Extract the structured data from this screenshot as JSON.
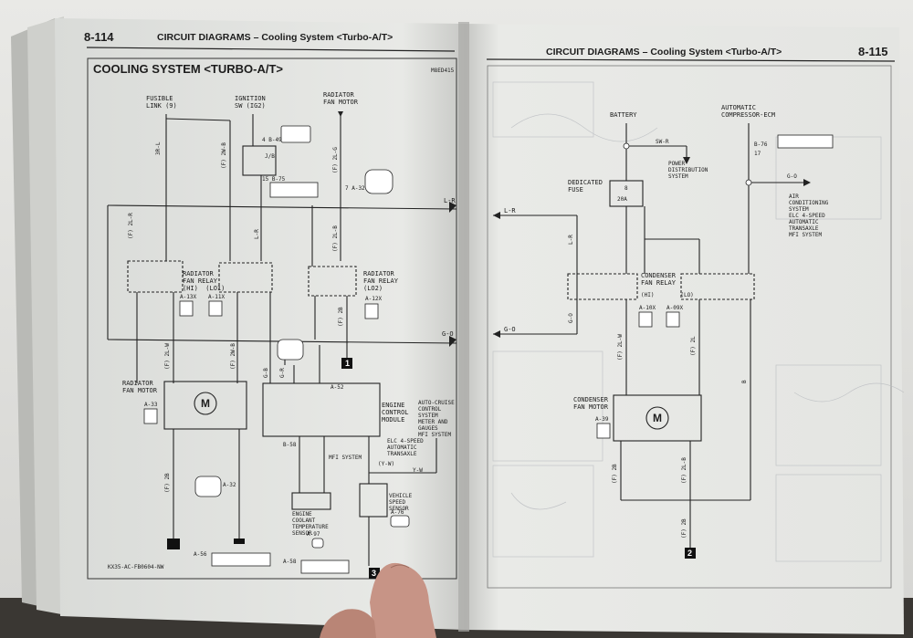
{
  "left_page": {
    "page_number": "8-114",
    "running_header": "CIRCUIT DIAGRAMS – Cooling System <Turbo-A/T>",
    "diagram_title": "COOLING SYSTEM <TURBO-A/T>",
    "diagram_code": "M8ED415",
    "footer_code": "KX35-AC-FB0604-NW",
    "labels": {
      "fusible_link": "FUSIBLE\nLINK (9)",
      "ignition_sw": "IGNITION\nSW (IG2)",
      "radiator_fan_motor_top": "RADIATOR\nFAN MOTOR",
      "jb": "J/B",
      "conn_b49": "4 B-49",
      "conn_b75": "15 B-75",
      "conn_a32": "7 A-32",
      "wire_lr": "L-R",
      "wire_go": "G-O",
      "relay_hi": "RADIATOR\nFAN RELAY\n(HI)  (LO1)",
      "relay_lo2": "RADIATOR\nFAN RELAY\n(LO2)",
      "conn_a13x": "A-13X",
      "conn_a11x": "A-11X",
      "conn_a12x": "A-12X",
      "radiator_fan_motor": "RADIATOR\nFAN MOTOR",
      "conn_a33": "A-33",
      "motor_symbol": "M",
      "ecm": "ENGINE\nCONTROL\nMODULE",
      "ecm_notes": "AUTO-CRUISE\nCONTROL\nSYSTEM\nMETER AND\nGAUGES\nMFI SYSTEM",
      "elc": "ELC 4-SPEED\nAUTOMATIC\nTRANSAXLE",
      "mfi": "MFI SYSTEM",
      "wire_yw": "Y-W",
      "wire_yw_paren": "(Y-W)",
      "coolant_sensor": "ENGINE\nCOOLANT\nTEMPERATURE\nSENSOR",
      "vss": "VEHICLE\nSPEED\nSENSOR",
      "conn_a76": "A-76",
      "conn_a32b": "A-32",
      "conn_a97": "A-97",
      "ground_1": "1",
      "ground_3": "3",
      "conn_a52": "A-52",
      "conn_b58": "B-58",
      "conn_a56": "A-56",
      "conn_a58": "A-58",
      "w_3rl": "3R-L",
      "w_2wb": "(F) 2W-B",
      "w_2lr": "(F) 2L-R",
      "w_2lg": "(F) 2L-G",
      "w_2lb": "(F) 2L-B",
      "w_2b": "(F) 2B",
      "w_gb": "G-B",
      "w_gr": "G-R",
      "w_lr2": "L-R",
      "w_2lw": "(F) 2L-W",
      "w_2wb2": "(F) 2W-B",
      "w_2bb": "(F) 2B"
    }
  },
  "right_page": {
    "page_number": "8-115",
    "running_header": "CIRCUIT DIAGRAMS – Cooling System <Turbo-A/T>",
    "labels": {
      "battery": "BATTERY",
      "compressor_ecm": "AUTOMATIC\nCOMPRESSOR-ECM",
      "conn_b76": "B-76",
      "pin_17": "17",
      "wire_swr": "SW-R",
      "power_dist": "POWER\nDISTRIBUTION\nSYSTEM",
      "dedicated_fuse": "DEDICATED\nFUSE",
      "fuse_num": "8",
      "fuse_amp": "20A",
      "wire_go": "G-O",
      "ac_notes": "AIR\nCONDITIONING\nSYSTEM\nELC 4-SPEED\nAUTOMATIC\nTRANSAXLE\nMFI SYSTEM",
      "wire_lr": "L-R",
      "condenser_relay": "CONDENSER\nFAN RELAY",
      "relay_hi_lo": "(HI)        (LO)",
      "conn_a10x": "A-10X",
      "conn_a09x": "A-09X",
      "condenser_motor": "CONDENSER\nFAN MOTOR",
      "conn_a39": "A-39",
      "motor_symbol": "M",
      "ground_2": "2",
      "w_2lw": "(F) 2L-W",
      "w_2l": "(F) 2L",
      "w_b": "B",
      "w_2b": "(F) 2B",
      "w_2lb": "(F) 2L-B",
      "w_2b2": "(F) 2B",
      "w_go": "G-O",
      "w_lr": "L-R"
    }
  }
}
